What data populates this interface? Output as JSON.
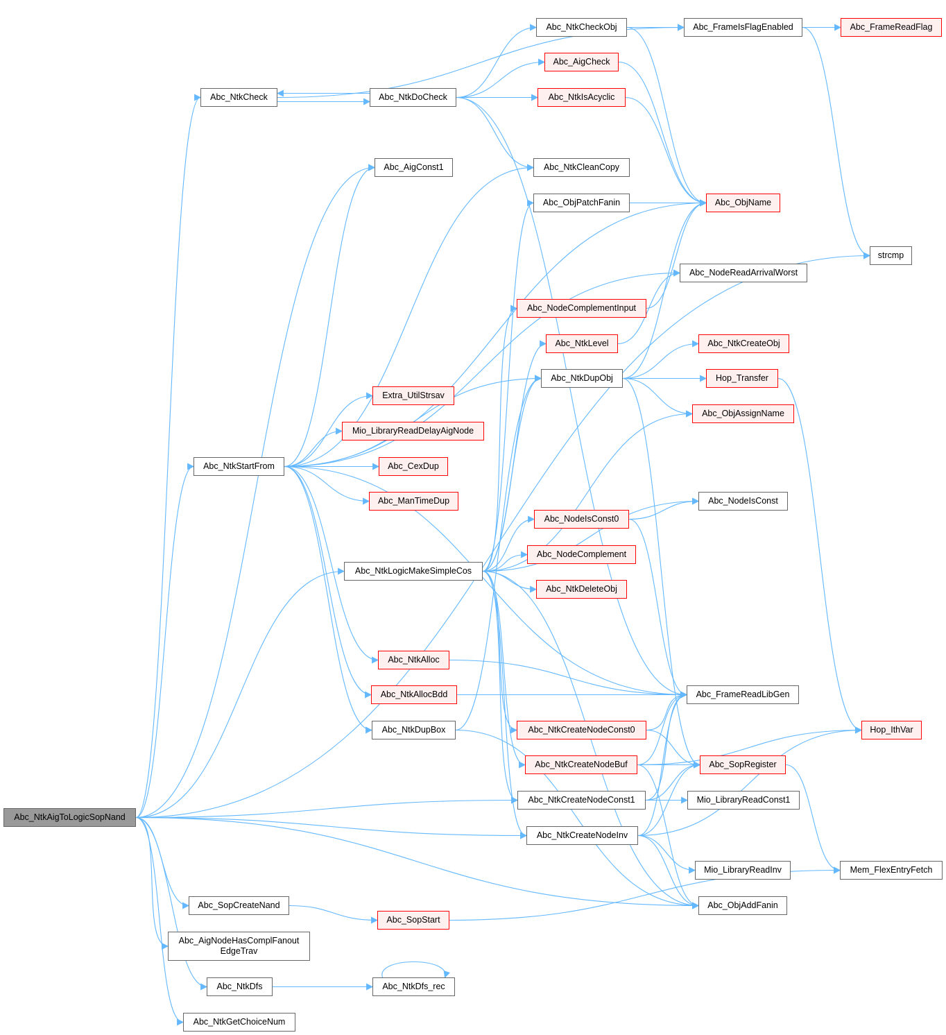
{
  "colors": {
    "edge": "#63b8ff",
    "normal_border": "#666666",
    "red_border": "#ff0000",
    "red_fill": "#fff0f0",
    "root_fill": "#999999"
  },
  "nodes": [
    {
      "id": "root",
      "label": "Abc_NtkAigToLogicSopNand",
      "style": "root"
    },
    {
      "id": "ntkcheck",
      "label": "Abc_NtkCheck",
      "style": "normal"
    },
    {
      "id": "ntkdocheck",
      "label": "Abc_NtkDoCheck",
      "style": "normal"
    },
    {
      "id": "ntkcheckobj",
      "label": "Abc_NtkCheckObj",
      "style": "normal"
    },
    {
      "id": "frameisflag",
      "label": "Abc_FrameIsFlagEnabled",
      "style": "normal"
    },
    {
      "id": "framereadflag",
      "label": "Abc_FrameReadFlag",
      "style": "red"
    },
    {
      "id": "aigcheck",
      "label": "Abc_AigCheck",
      "style": "red"
    },
    {
      "id": "ntkisacyclic",
      "label": "Abc_NtkIsAcyclic",
      "style": "red"
    },
    {
      "id": "aigconst1",
      "label": "Abc_AigConst1",
      "style": "normal"
    },
    {
      "id": "ntkcleancopy",
      "label": "Abc_NtkCleanCopy",
      "style": "normal"
    },
    {
      "id": "objpatchfanin",
      "label": "Abc_ObjPatchFanin",
      "style": "normal"
    },
    {
      "id": "objname",
      "label": "Abc_ObjName",
      "style": "red"
    },
    {
      "id": "strcmp",
      "label": "strcmp",
      "style": "normal"
    },
    {
      "id": "nodereadarrival",
      "label": "Abc_NodeReadArrivalWorst",
      "style": "normal"
    },
    {
      "id": "nodecomplinput",
      "label": "Abc_NodeComplementInput",
      "style": "red"
    },
    {
      "id": "ntklevel",
      "label": "Abc_NtkLevel",
      "style": "red"
    },
    {
      "id": "ntkcreateobj",
      "label": "Abc_NtkCreateObj",
      "style": "red"
    },
    {
      "id": "ntkdupobj",
      "label": "Abc_NtkDupObj",
      "style": "normal"
    },
    {
      "id": "hoptransfer",
      "label": "Hop_Transfer",
      "style": "red"
    },
    {
      "id": "extrautil",
      "label": "Extra_UtilStrsav",
      "style": "red"
    },
    {
      "id": "objassignname",
      "label": "Abc_ObjAssignName",
      "style": "red"
    },
    {
      "id": "miolibdelay",
      "label": "Mio_LibraryReadDelayAigNode",
      "style": "red"
    },
    {
      "id": "ntkstartfrom",
      "label": "Abc_NtkStartFrom",
      "style": "normal"
    },
    {
      "id": "cexdup",
      "label": "Abc_CexDup",
      "style": "red"
    },
    {
      "id": "mantimedup",
      "label": "Abc_ManTimeDup",
      "style": "red"
    },
    {
      "id": "nodeisconst",
      "label": "Abc_NodeIsConst",
      "style": "normal"
    },
    {
      "id": "nodeisconst0",
      "label": "Abc_NodeIsConst0",
      "style": "red"
    },
    {
      "id": "nodecomplement",
      "label": "Abc_NodeComplement",
      "style": "red"
    },
    {
      "id": "ntklogicmake",
      "label": "Abc_NtkLogicMakeSimpleCos",
      "style": "normal"
    },
    {
      "id": "ntkdeleteobj",
      "label": "Abc_NtkDeleteObj",
      "style": "red"
    },
    {
      "id": "ntkalloc",
      "label": "Abc_NtkAlloc",
      "style": "red"
    },
    {
      "id": "framereadlibgen",
      "label": "Abc_FrameReadLibGen",
      "style": "normal"
    },
    {
      "id": "ntkallocbdd",
      "label": "Abc_NtkAllocBdd",
      "style": "red"
    },
    {
      "id": "ntkdupbox",
      "label": "Abc_NtkDupBox",
      "style": "normal"
    },
    {
      "id": "createconst0",
      "label": "Abc_NtkCreateNodeConst0",
      "style": "red"
    },
    {
      "id": "hopithvar",
      "label": "Hop_IthVar",
      "style": "red"
    },
    {
      "id": "createbuf",
      "label": "Abc_NtkCreateNodeBuf",
      "style": "red"
    },
    {
      "id": "sopregister",
      "label": "Abc_SopRegister",
      "style": "red"
    },
    {
      "id": "createconst1",
      "label": "Abc_NtkCreateNodeConst1",
      "style": "normal"
    },
    {
      "id": "mioconst1",
      "label": "Mio_LibraryReadConst1",
      "style": "normal"
    },
    {
      "id": "createinv",
      "label": "Abc_NtkCreateNodeInv",
      "style": "normal"
    },
    {
      "id": "mioinv",
      "label": "Mio_LibraryReadInv",
      "style": "normal"
    },
    {
      "id": "memflex",
      "label": "Mem_FlexEntryFetch",
      "style": "normal"
    },
    {
      "id": "sopcreatenand",
      "label": "Abc_SopCreateNand",
      "style": "normal"
    },
    {
      "id": "objaddfanin",
      "label": "Abc_ObjAddFanin",
      "style": "normal"
    },
    {
      "id": "sopstart",
      "label": "Abc_SopStart",
      "style": "red"
    },
    {
      "id": "aignodehas",
      "label": "Abc_AigNodeHasComplFanout\nEdgeTrav",
      "style": "normal"
    },
    {
      "id": "ntkdfs",
      "label": "Abc_NtkDfs",
      "style": "normal"
    },
    {
      "id": "ntkdfsrec",
      "label": "Abc_NtkDfs_rec",
      "style": "normal"
    },
    {
      "id": "ntkgetchoice",
      "label": "Abc_NtkGetChoiceNum",
      "style": "normal"
    }
  ],
  "edges": [
    [
      "root",
      "ntkcheck"
    ],
    [
      "root",
      "aigconst1"
    ],
    [
      "root",
      "ntkstartfrom"
    ],
    [
      "root",
      "strcmp"
    ],
    [
      "root",
      "ntklogicmake"
    ],
    [
      "root",
      "createconst1"
    ],
    [
      "root",
      "createinv"
    ],
    [
      "root",
      "objaddfanin"
    ],
    [
      "root",
      "sopcreatenand"
    ],
    [
      "root",
      "aignodehas"
    ],
    [
      "root",
      "ntkdfs"
    ],
    [
      "root",
      "ntkgetchoice"
    ],
    [
      "ntkcheck",
      "ntkdocheck"
    ],
    [
      "ntkcheck",
      "frameisflag"
    ],
    [
      "ntkdocheck",
      "ntkcheck"
    ],
    [
      "ntkdocheck",
      "ntkcheckobj"
    ],
    [
      "ntkdocheck",
      "aigcheck"
    ],
    [
      "ntkdocheck",
      "ntkisacyclic"
    ],
    [
      "ntkdocheck",
      "ntkcleancopy"
    ],
    [
      "ntkdocheck",
      "framereadlibgen"
    ],
    [
      "ntkcheckobj",
      "frameisflag"
    ],
    [
      "ntkcheckobj",
      "objname"
    ],
    [
      "frameisflag",
      "framereadflag"
    ],
    [
      "frameisflag",
      "strcmp"
    ],
    [
      "aigcheck",
      "objname"
    ],
    [
      "ntkisacyclic",
      "objname"
    ],
    [
      "objpatchfanin",
      "objname"
    ],
    [
      "nodecomplinput",
      "objname"
    ],
    [
      "ntklevel",
      "nodereadarrival"
    ],
    [
      "ntkdupobj",
      "objname"
    ],
    [
      "ntkdupobj",
      "ntkcreateobj"
    ],
    [
      "ntkdupobj",
      "hoptransfer"
    ],
    [
      "ntkdupobj",
      "objassignname"
    ],
    [
      "ntkdupobj",
      "sopregister"
    ],
    [
      "hoptransfer",
      "hopithvar"
    ],
    [
      "ntkstartfrom",
      "aigconst1"
    ],
    [
      "ntkstartfrom",
      "ntkcleancopy"
    ],
    [
      "ntkstartfrom",
      "nodereadarrival"
    ],
    [
      "ntkstartfrom",
      "ntkdupobj"
    ],
    [
      "ntkstartfrom",
      "extrautil"
    ],
    [
      "ntkstartfrom",
      "miolibdelay"
    ],
    [
      "ntkstartfrom",
      "cexdup"
    ],
    [
      "ntkstartfrom",
      "mantimedup"
    ],
    [
      "ntkstartfrom",
      "ntkalloc"
    ],
    [
      "ntkstartfrom",
      "ntkallocbdd"
    ],
    [
      "ntkstartfrom",
      "ntkdupbox"
    ],
    [
      "ntkstartfrom",
      "framereadlibgen"
    ],
    [
      "ntkstartfrom",
      "objname"
    ],
    [
      "ntklogicmake",
      "objpatchfanin"
    ],
    [
      "ntklogicmake",
      "nodecomplinput"
    ],
    [
      "ntklogicmake",
      "ntklevel"
    ],
    [
      "ntklogicmake",
      "ntkdupobj"
    ],
    [
      "ntklogicmake",
      "objassignname"
    ],
    [
      "ntklogicmake",
      "nodeisconst"
    ],
    [
      "ntklogicmake",
      "nodeisconst0"
    ],
    [
      "ntklogicmake",
      "nodecomplement"
    ],
    [
      "ntklogicmake",
      "ntkdeleteobj"
    ],
    [
      "ntklogicmake",
      "createconst0"
    ],
    [
      "ntklogicmake",
      "createbuf"
    ],
    [
      "ntklogicmake",
      "createconst1"
    ],
    [
      "ntklogicmake",
      "createinv"
    ],
    [
      "ntklogicmake",
      "objaddfanin"
    ],
    [
      "nodeisconst0",
      "nodeisconst"
    ],
    [
      "nodeisconst0",
      "framereadlibgen"
    ],
    [
      "ntkalloc",
      "framereadlibgen"
    ],
    [
      "ntkallocbdd",
      "framereadlibgen"
    ],
    [
      "ntkdupbox",
      "ntkdupobj"
    ],
    [
      "ntkdupbox",
      "objaddfanin"
    ],
    [
      "createconst0",
      "framereadlibgen"
    ],
    [
      "createconst0",
      "sopregister"
    ],
    [
      "createbuf",
      "hopithvar"
    ],
    [
      "createbuf",
      "sopregister"
    ],
    [
      "createbuf",
      "framereadlibgen"
    ],
    [
      "createbuf",
      "objaddfanin"
    ],
    [
      "createconst1",
      "framereadlibgen"
    ],
    [
      "createconst1",
      "sopregister"
    ],
    [
      "createconst1",
      "mioconst1"
    ],
    [
      "createinv",
      "framereadlibgen"
    ],
    [
      "createinv",
      "sopregister"
    ],
    [
      "createinv",
      "mioinv"
    ],
    [
      "createinv",
      "hopithvar"
    ],
    [
      "createinv",
      "objaddfanin"
    ],
    [
      "sopregister",
      "memflex"
    ],
    [
      "sopcreatenand",
      "sopstart"
    ],
    [
      "sopstart",
      "memflex"
    ],
    [
      "ntkdfs",
      "ntkdfsrec"
    ],
    [
      "ntkdfsrec",
      "ntkdfsrec"
    ]
  ]
}
